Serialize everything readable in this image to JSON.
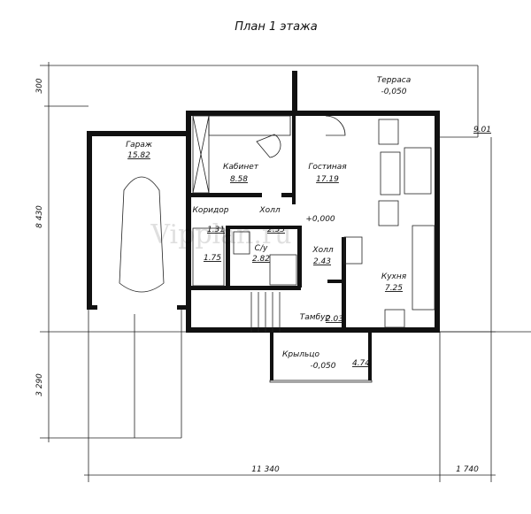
{
  "title": "План 1 этажа",
  "watermark": "Vipplan.ru",
  "rooms": {
    "garage": {
      "name": "Гараж",
      "area": "15.82"
    },
    "office": {
      "name": "Кабинет",
      "area": "8.58"
    },
    "living": {
      "name": "Гостиная",
      "area": "17.19"
    },
    "corridor": {
      "name": "Коридор",
      "area": "1.31"
    },
    "hall1": {
      "name": "Холл",
      "area": "2.53"
    },
    "closet": {
      "area": "1.75"
    },
    "bathroom": {
      "name": "С/у",
      "area": "2.82"
    },
    "hall2": {
      "name": "Холл",
      "area": "2.43"
    },
    "kitchen": {
      "name": "Кухня",
      "area": "7.25"
    },
    "vestibule": {
      "name": "Тамбур",
      "area": "2.03"
    },
    "porch": {
      "name": "Крыльцо",
      "level": "-0,050",
      "area": "4.74"
    },
    "terrace": {
      "name": "Терраса",
      "level": "-0,050",
      "area": "9.01"
    }
  },
  "floor_level": "+0,000",
  "dimensions": {
    "left_top": "300",
    "left_main": "8 430",
    "left_bottom": "3 290",
    "bottom_main": "11 340",
    "bottom_right": "1 740"
  }
}
